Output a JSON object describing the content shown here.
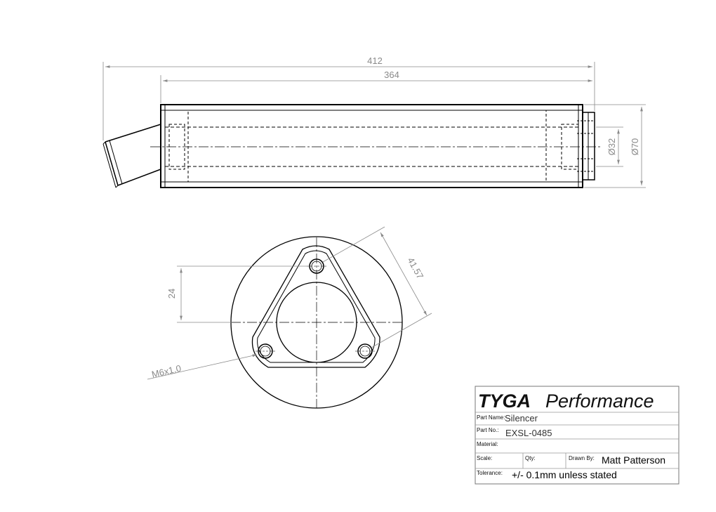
{
  "dimensions": {
    "overall_length": "412",
    "body_length": "364",
    "outlet_diameter": "Ø32",
    "body_diameter": "Ø70",
    "hole_offset": "24",
    "hole_spacing": "41.57",
    "hole_thread": "M6x1.0"
  },
  "title_block": {
    "brand_bold": "TYGA",
    "brand_rest": "Performance",
    "part_name_label": "Part Name:",
    "part_name": "Silencer",
    "part_no_label": "Part No.:",
    "part_no": "EXSL-0485",
    "material_label": "Material:",
    "material": "",
    "scale_label": "Scale:",
    "scale": "",
    "qty_label": "Qty:",
    "qty": "",
    "drawn_by_label": "Drawn By:",
    "drawn_by": "Matt Patterson",
    "tolerance_label": "Tolerance:",
    "tolerance": "+/- 0.1mm unless stated"
  },
  "colors": {
    "outline": "#000000",
    "dimension": "#8a8a8a",
    "hidden_line": "#000000"
  }
}
